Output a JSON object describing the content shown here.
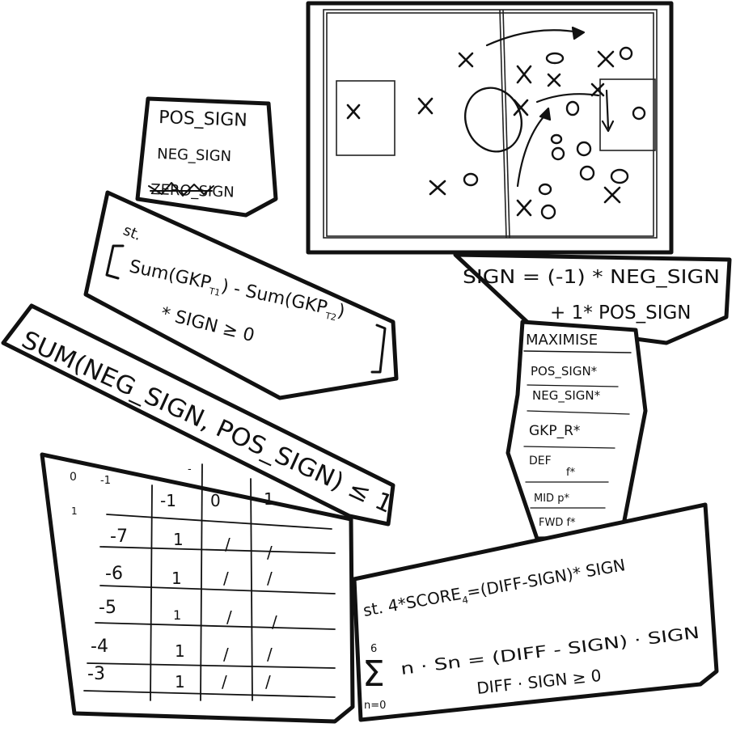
{
  "sign_card": {
    "lines": [
      "POS_SIGN",
      "NEG_SIGN",
      "ZERO_SIGN"
    ]
  },
  "constraint_card": {
    "prefix": "st.",
    "line1": "Sum(GKP",
    "line1_sub": "T1",
    "line1_mid": ") - Sum(GKP",
    "line1_sub2": "T2",
    "line1_end": ")",
    "line2": "* SIGN   ≥ 0"
  },
  "sum_card": {
    "text": "SUM(NEG_SIGN, POS_SIGN) ≤ 1"
  },
  "sign_formula_card": {
    "line1": "SIGN = (-1) * NEG_SIGN",
    "line2": "+ 1* POS_SIGN"
  },
  "maximise_card": {
    "title": "MAXIMISE",
    "items": [
      "POS_SIGN*",
      "NEG_SIGN*",
      "GKP_R*",
      "DEF",
      "f*",
      "MID p*",
      "FWD f*"
    ]
  },
  "table_card": {
    "corner_labels": [
      "0",
      "-1",
      "-",
      "1"
    ],
    "headers": [
      "-1",
      "0",
      "1"
    ],
    "rows": [
      {
        "label": "-7",
        "cells": [
          "1",
          "/",
          "/"
        ]
      },
      {
        "label": "-6",
        "cells": [
          "1",
          "/",
          "/"
        ]
      },
      {
        "label": "-5",
        "cells": [
          "1",
          "/",
          "/"
        ]
      },
      {
        "label": "-4",
        "cells": [
          "1",
          "/",
          "/"
        ]
      },
      {
        "label": "-3",
        "cells": [
          "1",
          "/",
          "/"
        ]
      }
    ]
  },
  "score_card": {
    "line1": "st. 4*SCORE",
    "line1_sub": "4",
    "line1_rest": "=(DIFF-SIGN)* SIGN",
    "sum_top": "6",
    "sum_symbol": "Σ",
    "sum_bottom": "n=0",
    "line2": "n · Sn = (DIFF - SIGN) · SIGN",
    "line3": "DIFF · SIGN ≥ 0"
  }
}
